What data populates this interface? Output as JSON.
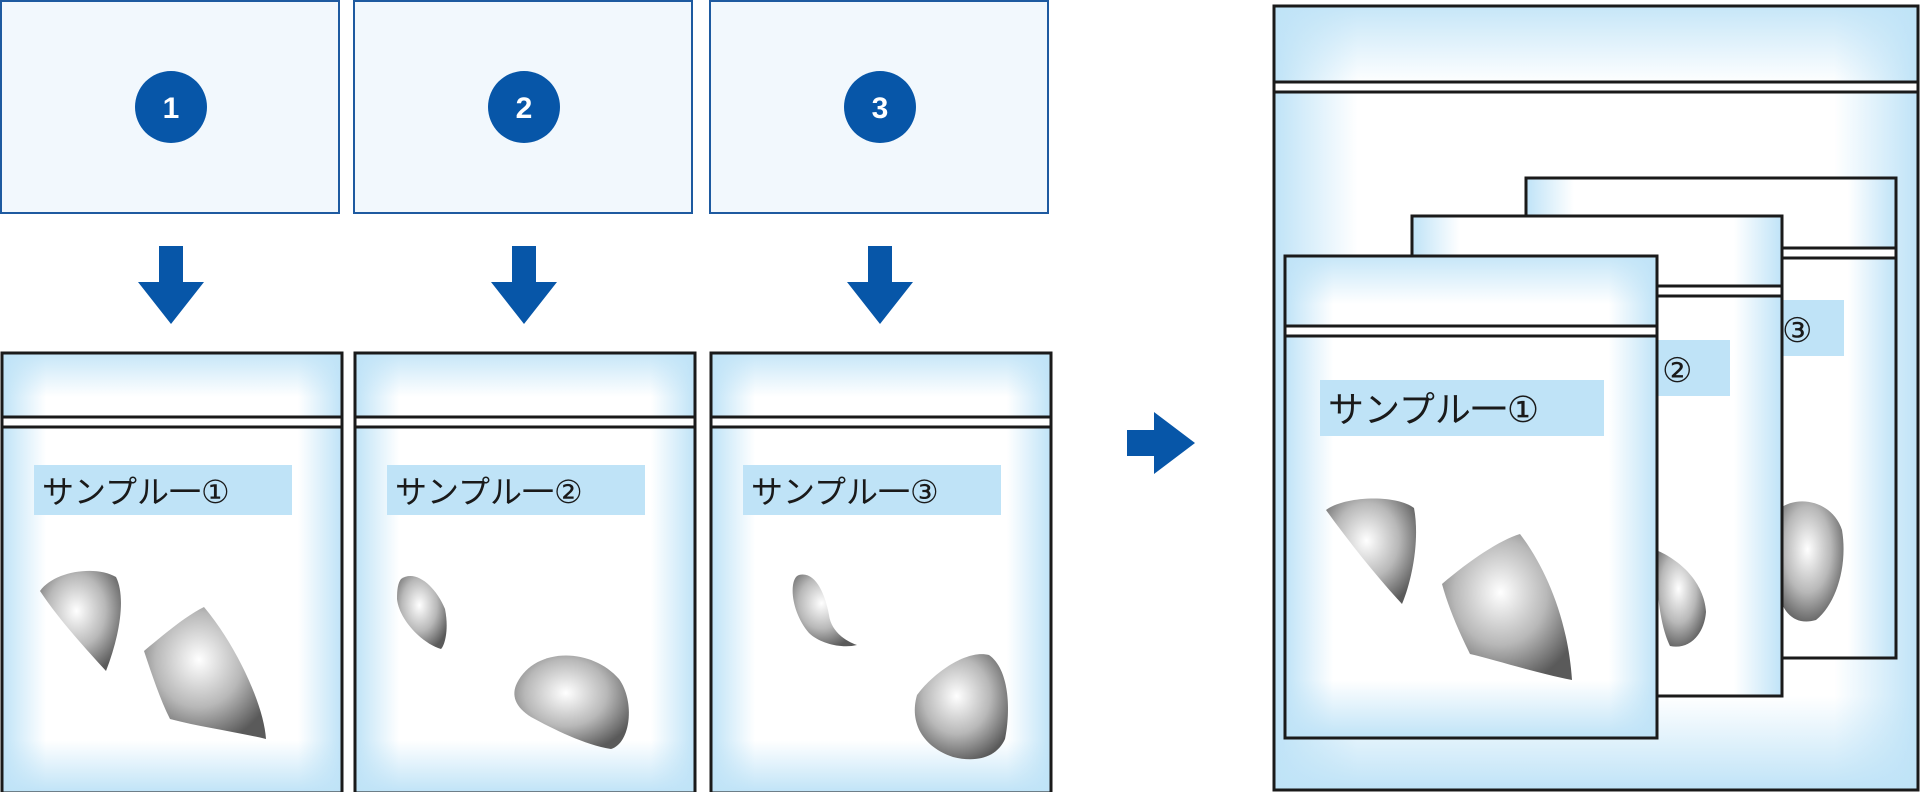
{
  "steps": [
    {
      "number": "1",
      "label": "サンプル一①"
    },
    {
      "number": "2",
      "label": "サンプル一②"
    },
    {
      "number": "3",
      "label": "サンプル一③"
    }
  ],
  "combined": {
    "front_label": "サンプル一①",
    "middle_label": "②",
    "back_label": "③"
  },
  "colors": {
    "accent": "#0756a8",
    "box_border": "#1e5aa0",
    "box_fill": "#f2f8fd",
    "bag_line": "#1a1a1a",
    "bag_tint": "#c8e6f8",
    "label_bg": "#bfe3f7"
  }
}
